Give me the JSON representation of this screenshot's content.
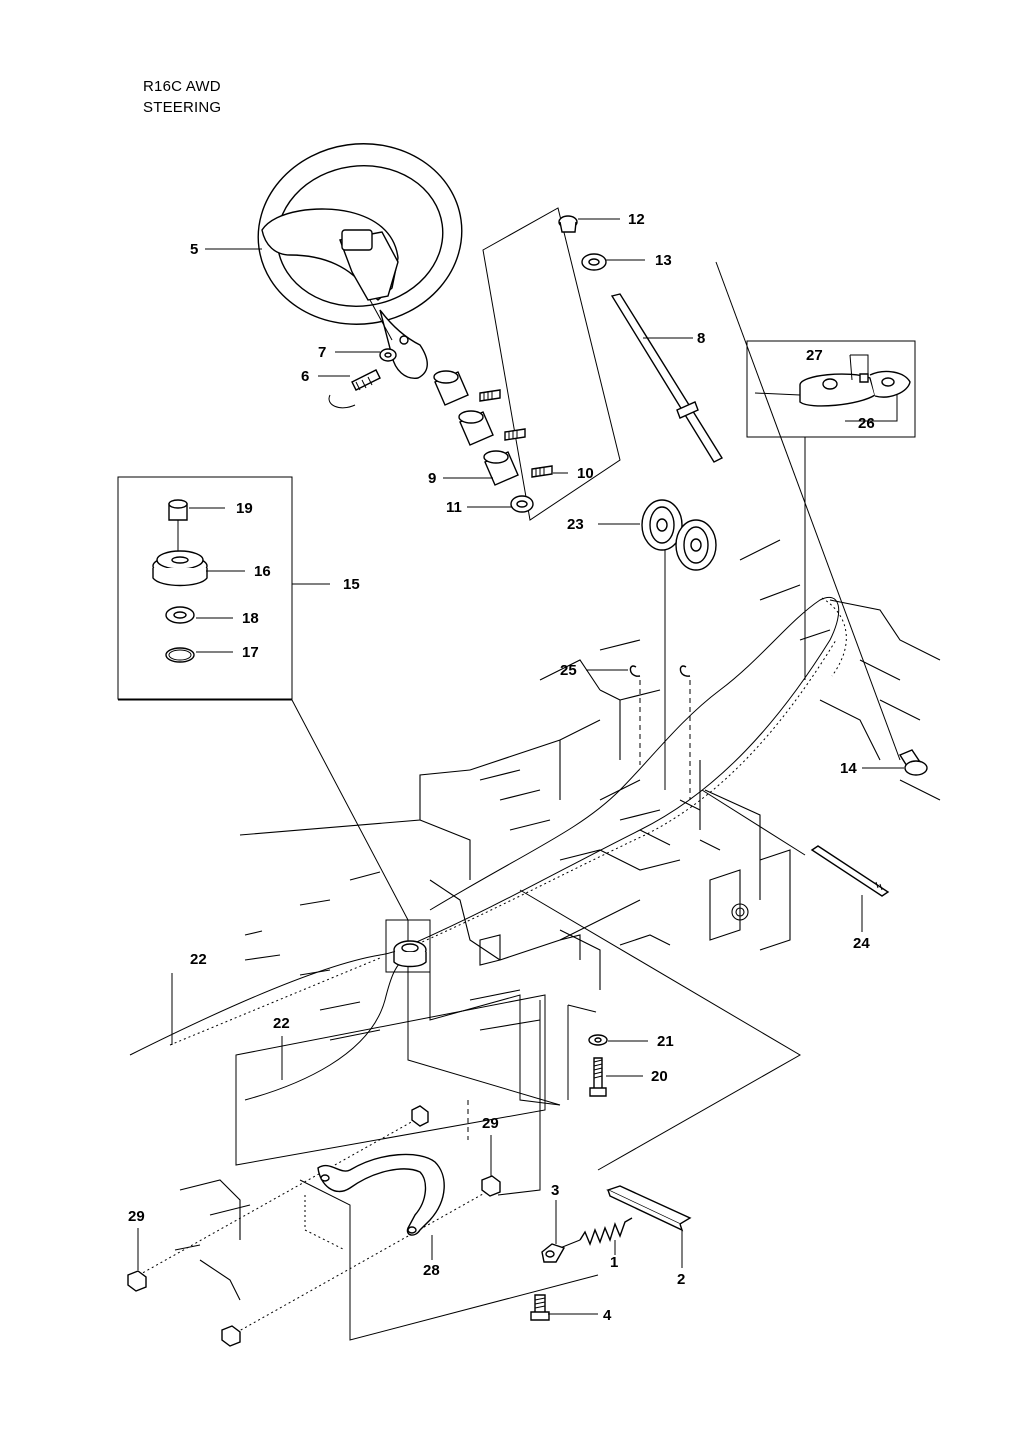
{
  "title": {
    "line1": "R16C AWD",
    "line2": "STEERING"
  },
  "callouts": {
    "c1": "1",
    "c2": "2",
    "c3": "3",
    "c4": "4",
    "c5": "5",
    "c6": "6",
    "c7": "7",
    "c8": "8",
    "c9": "9",
    "c10": "10",
    "c11": "11",
    "c12": "12",
    "c13": "13",
    "c14": "14",
    "c15": "15",
    "c16": "16",
    "c17": "17",
    "c18": "18",
    "c19": "19",
    "c20": "20",
    "c21": "21",
    "c22a": "22",
    "c22b": "22",
    "c23": "23",
    "c24": "24",
    "c25": "25",
    "c26": "26",
    "c27": "27",
    "c28": "28",
    "c29a": "29",
    "c29b": "29"
  }
}
